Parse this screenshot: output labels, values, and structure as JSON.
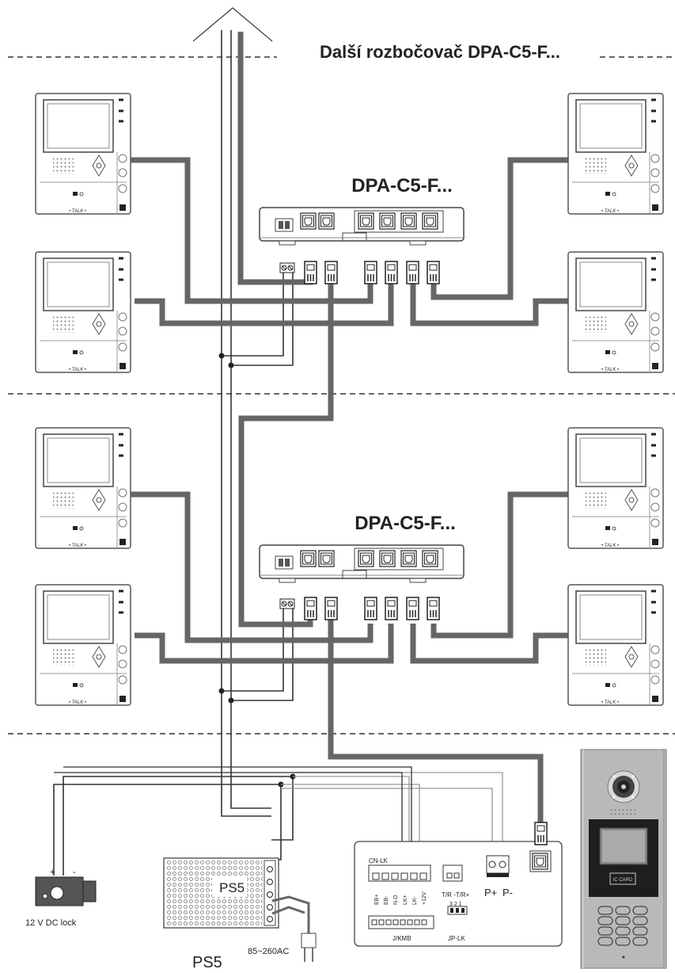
{
  "header": {
    "next_hub_label": "Další rozbočovač DPA-C5-F..."
  },
  "hubs": {
    "upper": {
      "label": "DPA-C5-F..."
    },
    "lower": {
      "label": "DPA-C5-F..."
    }
  },
  "monitor": {
    "talk_label": "• TALK •"
  },
  "power_supply": {
    "inner_label": "PS5",
    "outer_label": "PS5",
    "input_label": "85~260AC"
  },
  "lock": {
    "label": "12 V DC lock",
    "plus": "+",
    "minus": "-"
  },
  "control_board": {
    "cn_lk": "CN-LK",
    "terminals": [
      "EB+",
      "EB-",
      "N.O",
      "LK+",
      "LK-",
      "+12V"
    ],
    "tr_label": "T/R -T/R+",
    "jp_numbers": "3  2  1",
    "p_plus": "P+",
    "p_minus": "P-",
    "jkmb": "J/KMB",
    "jp_lk": "JP-LK"
  },
  "door_station": {
    "card_label": "IC CARD"
  },
  "colors": {
    "cable": "#666666",
    "wire": "#333333",
    "light_wire": "#999999",
    "dash": "#333333",
    "door_panel": "#b9b9b9"
  }
}
